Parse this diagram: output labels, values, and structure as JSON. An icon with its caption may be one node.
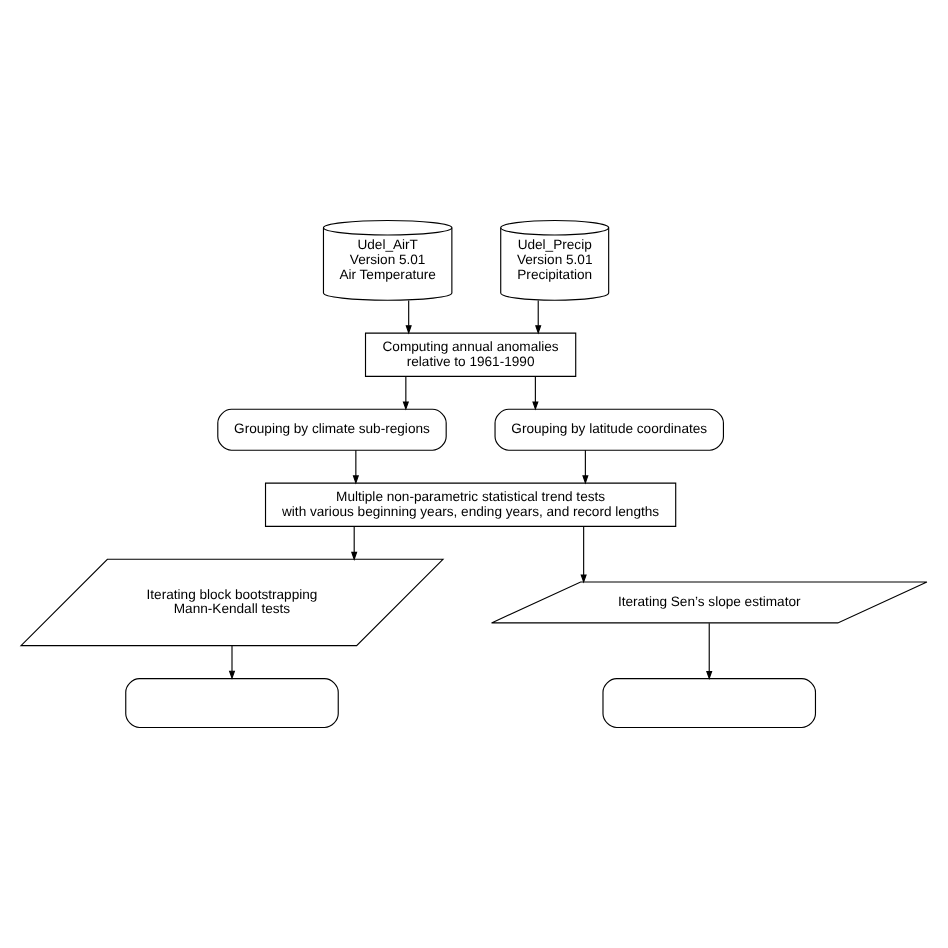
{
  "diagram": {
    "nodes": [
      {
        "text": [
          "Udel_AirT Version 5.01 Air Temperature"
        ]
      },
      {
        "text": [
          "Udel_Precip Version 5.01 Precipitation"
        ]
      },
      {
        "text": [
          "Computing annual anomalies relative to 1961-1990"
        ]
      },
      {
        "text": [
          "Grouping by climate sub-regions"
        ]
      },
      {
        "text": [
          "Grouping by latitude coordinates"
        ]
      },
      {
        "text": [
          "Multiple non-parametric statistical trend tests with various beginning years, ending years, and record lengths"
        ]
      },
      {
        "text": [
          "Iterating block bootstrapping Mann-Kendall tests"
        ]
      },
      {
        "text": [
          "Iterating Sen’s slope estimator"
        ]
      },
      {
        "text": [],
        "shape": "box"
      },
      {
        "text": [],
        "shape": "box"
      }
    ],
    "edges": [
      {
        "from": 0,
        "to": 2,
        "arrow": "to"
      },
      {
        "from": 1,
        "to": 2,
        "arrow": "to"
      },
      {
        "from": 2,
        "to": 3,
        "arrow": "to"
      },
      {
        "from": 2,
        "to": 4,
        "arrow": "to"
      },
      {
        "from": 3,
        "to": 5,
        "arrow": "to"
      },
      {
        "from": 4,
        "to": 5,
        "arrow": "to"
      },
      {
        "from": 5,
        "to": 6,
        "arrow": "to"
      },
      {
        "from": 5,
        "to": 7,
        "arrow": "to"
      },
      {
        "from": 6,
        "to": 8,
        "arrow": "to"
      },
      {
        "from": 7,
        "to": 9,
        "arrow": "to"
      }
    ]
  }
}
